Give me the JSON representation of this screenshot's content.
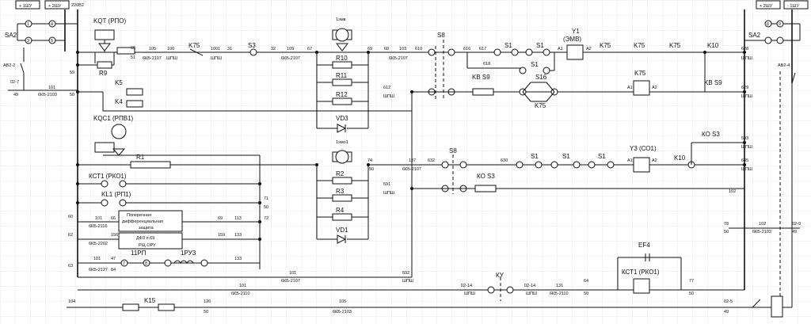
{
  "rails": {
    "plus_shu": "+ 1ШУ",
    "plus_2shu": "+ 2ШУ",
    "v220": "220В2",
    "plus_2shu_r": "+ 2ШУ",
    "minus_1shu_r": "- 1ШУ"
  },
  "switches": {
    "sa2_left": "SA2",
    "sa2_right": "SA2",
    "av22": "АВ2-2",
    "av24": "АВ2-4"
  },
  "relays": {
    "kqt": "KQT (РПО)",
    "kqc1": "KQC1 (РПВ1)",
    "kct1_left": "КСТ1 (РКО1)",
    "kl1": "KL1 (РП1)",
    "kct1_right": "КСТ1 (РКО1)",
    "y1": "Y1",
    "y1_sub": "(ЭМВ)",
    "y3": "Y3 (СО1)"
  },
  "lamps": {
    "top": "1эмв",
    "mid": "1эмо1"
  },
  "resistors": {
    "r9": "R9",
    "r10": "R10",
    "r11": "R11",
    "r12": "R12",
    "vd3": "VD3",
    "r1": "R1",
    "r2": "R2",
    "r3": "R3",
    "r4": "R4",
    "vd1": "VD1",
    "ef4": "EF4"
  },
  "contacts": {
    "k5": "K5",
    "k4": "K4",
    "k75a": "K75",
    "k75b": "K75",
    "k75c": "K75",
    "k75d": "K75",
    "k75e": "K75",
    "k75f": "K75",
    "s3": "S3",
    "s8a": "S8",
    "s8b": "S8",
    "s1a": "S1",
    "s1b": "S1",
    "s1c": "S1",
    "s1d": "S1",
    "s1e": "S1",
    "s1f": "S1",
    "kv_s9_left": "KB  S9",
    "kv_s9_right": "KB S9",
    "s16": "S16",
    "k10a": "K10",
    "k10b": "K10",
    "ko_s3": "КО  S3",
    "ko_s3_top": "КО   S3",
    "k15": "K15",
    "ku": "КУ",
    "rp11": "11РП",
    "rui3": "1РУЗ",
    "a1a": "A1",
    "a2a": "A2",
    "a1b": "A1",
    "a2b": "A2",
    "a1c": "A1",
    "a2c": "A2"
  },
  "boxes": {
    "diff_protect": [
      "Поперечная",
      "дифференциальная",
      "защита"
    ],
    "dfz": [
      "ДФЗ п.69",
      "РЩ ОРУ"
    ]
  },
  "wire_numbers": {
    "n027": "02-7",
    "n49": "49",
    "n101": "101",
    "n59": "59",
    "n50": "50",
    "n51": "51",
    "n66": "66",
    "n105": "105",
    "n100": "100",
    "n1001": "1001",
    "n31": "31",
    "n32": "32",
    "n109": "109",
    "n67": "67",
    "n69": "69",
    "n68": "68",
    "n103": "103",
    "n610": "610",
    "n616": "616",
    "n617": "617",
    "n618": "618",
    "n628": "628",
    "n629": "629",
    "n612": "612",
    "n137": "137",
    "n632": "632",
    "n630": "630",
    "n74": "74",
    "n591": "591",
    "n593": "593",
    "n645": "645",
    "n71": "71",
    "n72": "72",
    "n60": "60",
    "n62": "62",
    "n156": "156",
    "n159": "159",
    "n133": "133",
    "n113": "113",
    "n101b": "101",
    "n63": "63",
    "n47": "47",
    "n84": "84",
    "n592": "592",
    "n101c": "101",
    "n64": "64",
    "n131": "131",
    "n77": "77",
    "n0214a": "02-14",
    "n0214b": "02-14",
    "n104": "104",
    "n126": "126",
    "n105b": "105",
    "n78": "78",
    "n102": "102",
    "n029": "02-9",
    "n025": "02-5",
    "n102v": "102"
  },
  "cable_tags": {
    "c6kv2103": "6КБ-2103",
    "c6kv2107a": "6КБ-2107",
    "c6kv2107b": "6КБ-2107",
    "c6kv2107c": "6КБ-2107",
    "c6kv2107d": "6КБ-2107",
    "c6kv2116": "6КБ-2116",
    "c6kv2202": "6КБ-2202",
    "c6kv2127": "6КБ-2127",
    "c6kv2110": "6КБ-2110",
    "shpsh": "ШПШ",
    "c6kv2103b": "6КБ-2103"
  },
  "tags": {
    "t3": "3",
    "t4": "4",
    "t5": "5",
    "t1": "1",
    "t7": "7",
    "t8": "8",
    "t9": "9"
  }
}
